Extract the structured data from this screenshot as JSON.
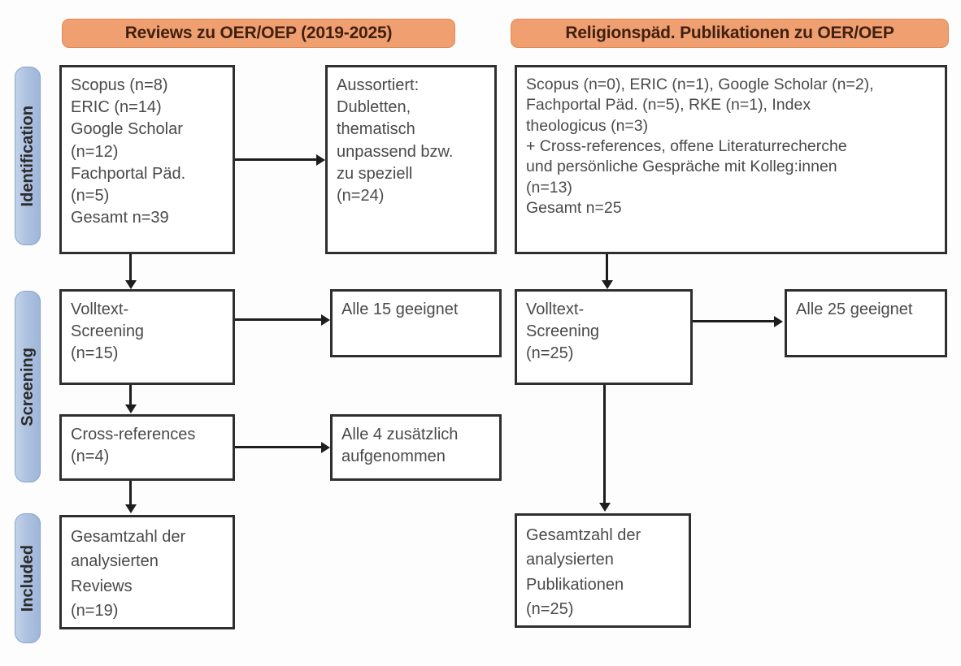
{
  "columns": {
    "left": {
      "header": "Reviews zu OER/OEP (2019-2025)",
      "identification_sources": "Scopus (n=8)\nERIC (n=14)\nGoogle Scholar\n(n=12)\nFachportal Päd.\n(n=5)\nGesamt n=39",
      "excluded": "Aussortiert:\nDubletten,\nthematisch\nunpassend bzw.\nzu speziell\n(n=24)",
      "fulltext_screening": "Volltext-\nScreening\n(n=15)",
      "fulltext_result": "Alle 15 geeignet",
      "cross_references": "Cross-references\n(n=4)",
      "cross_references_result": "Alle 4 zusätzlich\naufgenommen",
      "included_total": "Gesamtzahl der\nanalysierten\nReviews\n(n=19)"
    },
    "right": {
      "header": "Religionspäd. Publikationen zu OER/OEP",
      "identification_sources": "Scopus (n=0), ERIC (n=1), Google Scholar (n=2),\nFachportal Päd. (n=5), RKE (n=1), Index\ntheologicus (n=3)\n+ Cross-references, offene Literaturrecherche\nund persönliche Gespräche mit Kolleg:innen\n(n=13)\nGesamt n=25",
      "fulltext_screening": "Volltext-\nScreening\n(n=25)",
      "fulltext_result": "Alle 25 geeignet",
      "included_total": "Gesamtzahl der\nanalysierten\nPublikationen\n(n=25)"
    }
  },
  "stages": [
    {
      "label": "Identification"
    },
    {
      "label": "Screening"
    },
    {
      "label": "Included"
    }
  ],
  "colors": {
    "banner_fill": "#ef9f70",
    "stage_pill_fill": "#aec2e0",
    "box_border": "#2f2f2f",
    "connector": "#1d1d1d",
    "text": "#4a4a4a"
  }
}
